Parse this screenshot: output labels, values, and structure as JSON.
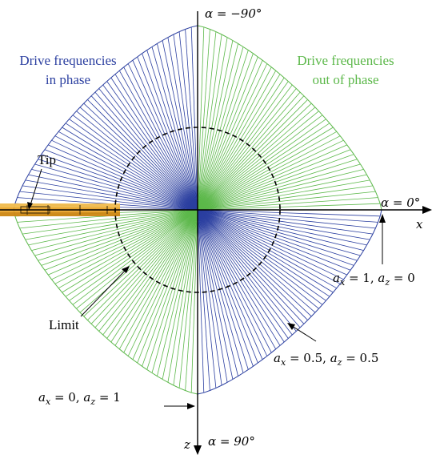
{
  "colors": {
    "in_phase": "#2b3fa0",
    "out_of_phase": "#5cb84a",
    "limit_circle": "#000000",
    "axis": "#000000",
    "tip_body": "#e8a020"
  },
  "labels": {
    "alpha_top": "α = −90°",
    "alpha_right": "α = 0°",
    "alpha_bottom": "α = 90°",
    "x_axis": "x",
    "z_axis": "z",
    "drive_in_phase_line1": "Drive frequencies",
    "drive_in_phase_line2": "in phase",
    "drive_out_phase_line1": "Drive frequencies",
    "drive_out_phase_line2": "out of phase",
    "tip": "Tip",
    "limit": "Limit"
  },
  "annotations": {
    "ax1_az0": {
      "ax": "1",
      "az": "0"
    },
    "ax05_az05": {
      "ax": "0.5",
      "az": "0.5"
    },
    "ax0_az1": {
      "ax": "0",
      "az": "1"
    }
  },
  "icons": {
    "tip": "cantilever-tip-icon"
  }
}
